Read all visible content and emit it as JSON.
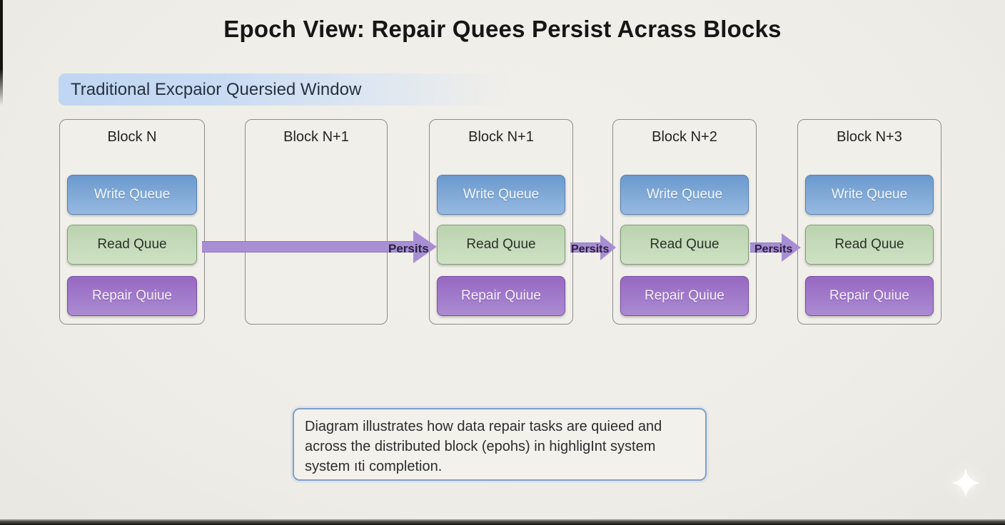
{
  "title": "Epoch View: Repair Quees Persist Acrass Blocks",
  "banner": {
    "label": "Traditional Excpaior Quersied Window"
  },
  "blocks": [
    {
      "header": "Block N",
      "buttons": [
        {
          "type": "write",
          "label": "Write Queue"
        },
        {
          "type": "read",
          "label": "Read Quue"
        },
        {
          "type": "repair",
          "label": "Repair Quiue"
        }
      ]
    },
    {
      "header": "Block N+1",
      "buttons": []
    },
    {
      "header": "Block N+1",
      "buttons": [
        {
          "type": "write",
          "label": "Write Queue"
        },
        {
          "type": "read",
          "label": "Read Quue"
        },
        {
          "type": "repair",
          "label": "Repair Quiue"
        }
      ]
    },
    {
      "header": "Block N+2",
      "buttons": [
        {
          "type": "write",
          "label": "Write Queue"
        },
        {
          "type": "read",
          "label": "Read Quue"
        },
        {
          "type": "repair",
          "label": "Repair Quiue"
        }
      ]
    },
    {
      "header": "Block N+3",
      "buttons": [
        {
          "type": "write",
          "label": "Write Queue"
        },
        {
          "type": "read",
          "label": "Read Quue"
        },
        {
          "type": "repair",
          "label": "Repair Quiue"
        }
      ]
    }
  ],
  "arrows": [
    {
      "label": "Persits"
    },
    {
      "label": "Persits"
    },
    {
      "label": "Persits"
    }
  ],
  "caption": {
    "lines": [
      "Diagram illustrates how data repair tasks are quieed and",
      "across the distributed block (epohs) in highligInt system",
      "system ıti completion."
    ]
  },
  "icons": {
    "sparkle": "four-point-sparkle"
  },
  "colors": {
    "background": "#efede8",
    "write_queue_blue": "#7ba3d6",
    "read_queue_green": "#c3d9b8",
    "repair_queue_purple": "#9f74c8",
    "arrow_purple": "#a88fd4",
    "banner_blue": "#bfd6f2",
    "caption_border_blue": "#7f9fcc"
  }
}
